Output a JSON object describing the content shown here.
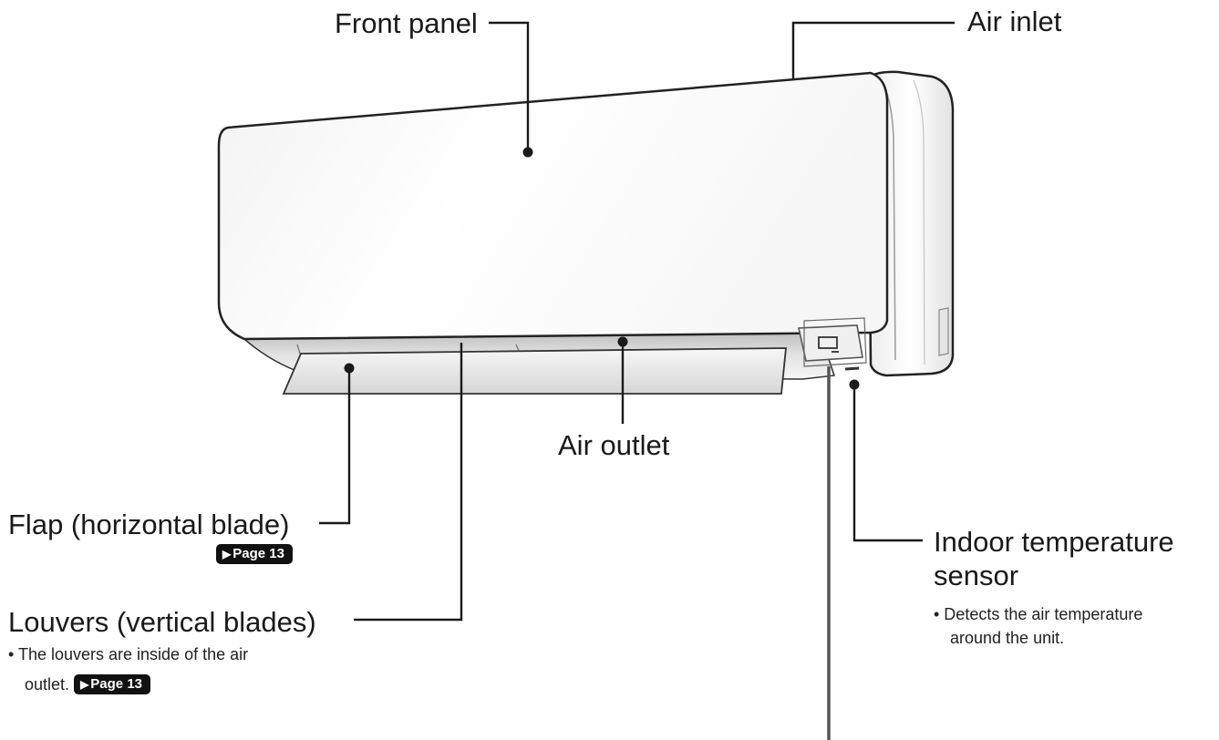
{
  "labels": {
    "front_panel": "Front panel",
    "air_inlet": "Air inlet",
    "air_outlet": "Air outlet",
    "flap": "Flap (horizontal blade)",
    "flap_page": "Page 13",
    "louvers": "Louvers (vertical blades)",
    "louvers_note_line1": "• The louvers are inside of the air",
    "louvers_note_line2": "outlet.",
    "louvers_page": "Page 13",
    "sensor_line1": "Indoor temperature",
    "sensor_line2": "sensor",
    "sensor_note_line1": "• Detects the air temperature",
    "sensor_note_line2": "around the unit."
  },
  "icons": {
    "page_ref": "triangle-right-icon"
  },
  "colors": {
    "leader_line": "#1a1a1a",
    "badge_bg": "#111111",
    "unit_outline": "#222222"
  }
}
